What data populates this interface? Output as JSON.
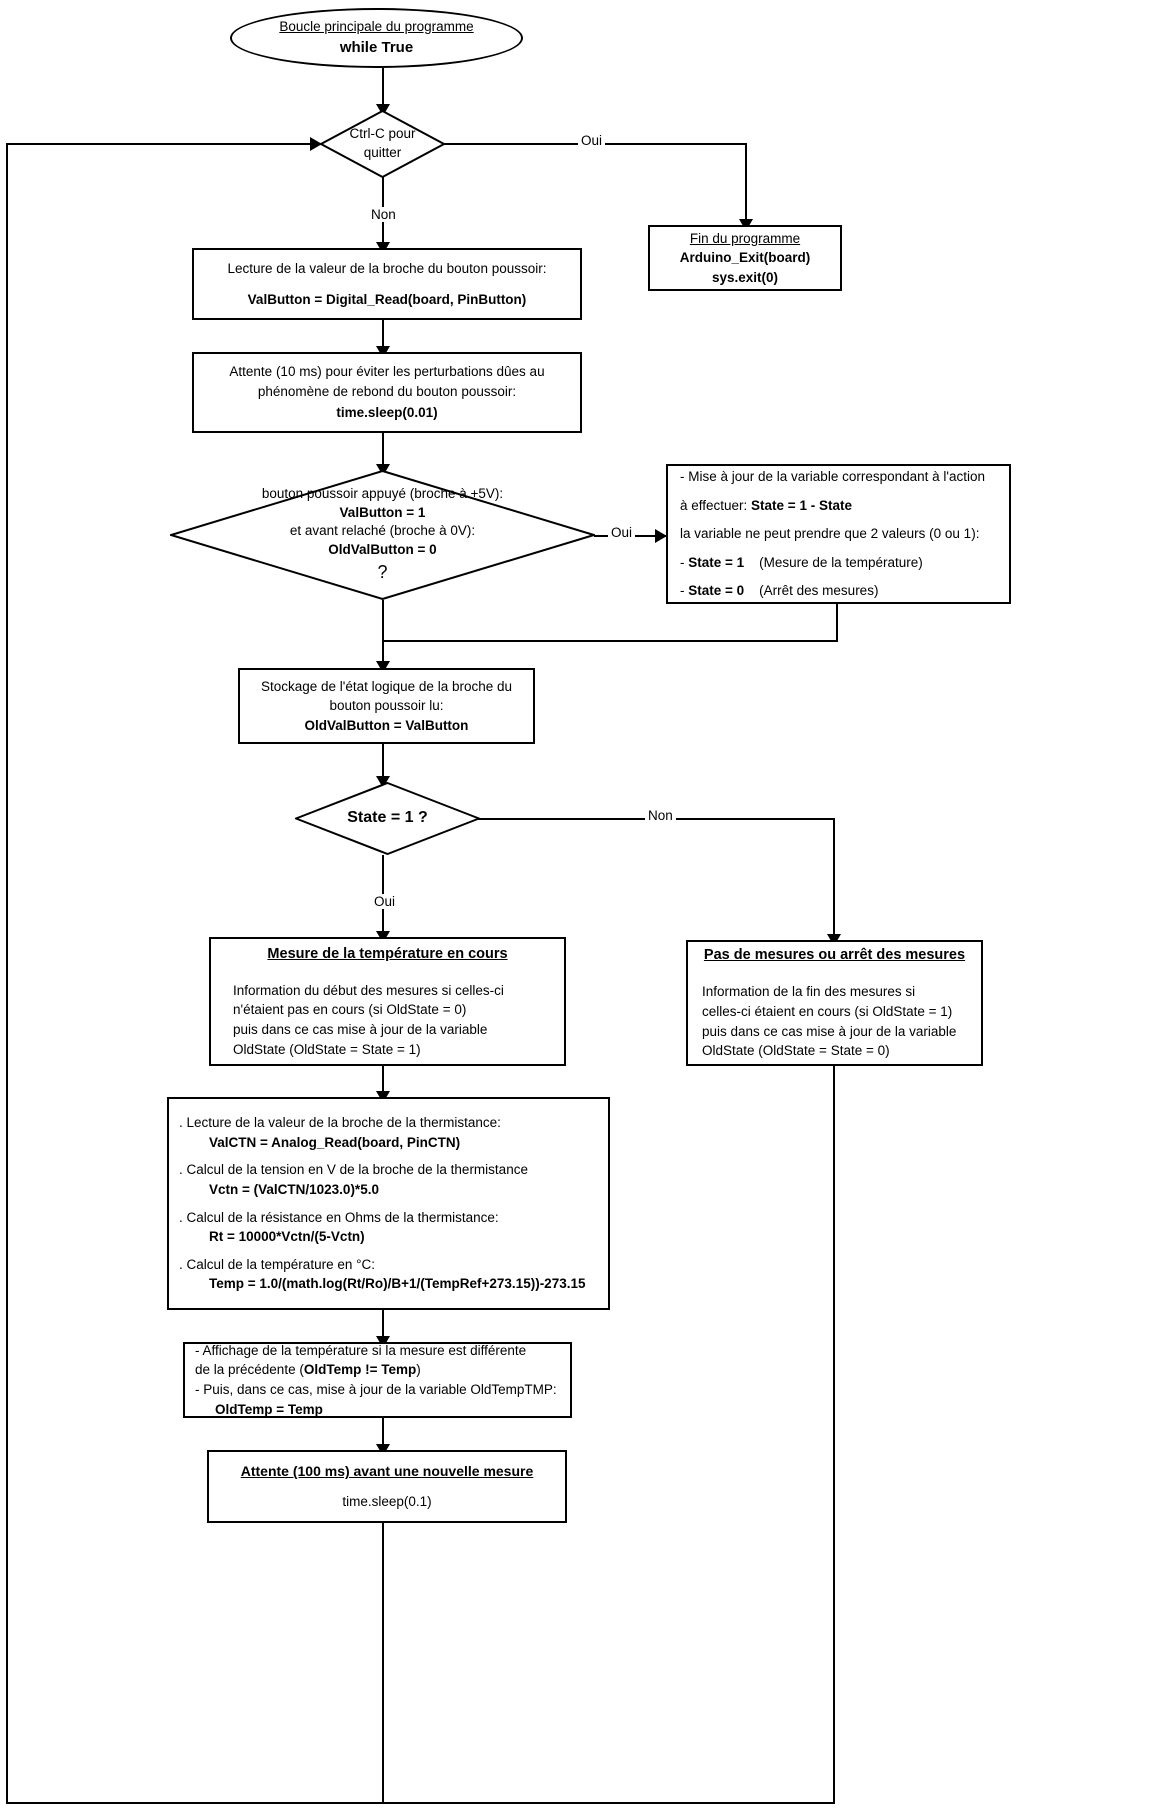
{
  "diagram": {
    "title": "Organigramme du programme de mesure de temperature",
    "language": "fr"
  },
  "nodes": {
    "start": {
      "type": "terminal",
      "line1": "Boucle principale du programme",
      "line2": "while True"
    },
    "exit_decision": {
      "type": "decision",
      "line1": "Ctrl-C pour",
      "line2": "quitter"
    },
    "end_program": {
      "type": "process",
      "line1": "Fin du programme",
      "line2": "Arduino_Exit(board)",
      "line3": "sys.exit(0)"
    },
    "read_button": {
      "type": "process",
      "line1": "Lecture de la valeur de la broche du bouton poussoir:",
      "line2": "ValButton = Digital_Read(board, PinButton)"
    },
    "debounce": {
      "type": "process",
      "line1": "Attente (10 ms) pour éviter les perturbations dûes au",
      "line2": "phénomène de rebond du bouton poussoir:",
      "line3": "time.sleep(0.01)"
    },
    "button_decision": {
      "type": "decision",
      "line1": "bouton poussoir appuyé (broche à +5V):",
      "line2": "ValButton = 1",
      "line3": "et avant relaché (broche à 0V):",
      "line4": "OldValButton = 0",
      "line5": "?"
    },
    "state_update": {
      "type": "process",
      "line1": "- Mise à jour de la variable correspondant à l'action",
      "line2_prefix": "à effectuer: ",
      "line2_bold": "State = 1 - State",
      "line3": "la variable ne peut prendre que 2 valeurs (0 ou 1):",
      "line4_prefix": "- ",
      "line4_bold": "State = 1",
      "line4_suffix": "    (Mesure de la température)",
      "line5_prefix": "- ",
      "line5_bold": "State = 0",
      "line5_suffix": "    (Arrêt des mesures)"
    },
    "store_old": {
      "type": "process",
      "line1": "Stockage de l'état logique de la broche du",
      "line2": "bouton poussoir lu:",
      "line3": "OldValButton = ValButton"
    },
    "state_decision": {
      "type": "decision",
      "line1": "State = 1 ?"
    },
    "measuring": {
      "type": "process",
      "title": "Mesure de la température en cours",
      "line1": "Information du début des mesures si celles-ci",
      "line2": "n'étaient pas en cours (si OldState = 0)",
      "line3": "puis dans ce cas mise à jour de la variable",
      "line4": "OldState (OldState = State = 1)"
    },
    "not_measuring": {
      "type": "process",
      "title": "Pas de mesures ou arrêt des mesures",
      "line1": "Information de la fin des mesures si",
      "line2": "celles-ci étaient en cours (si OldState = 1)",
      "line3": "puis dans ce cas mise à jour de la variable",
      "line4": "OldState (OldState = State = 0)"
    },
    "compute": {
      "type": "process",
      "g1_label": ". Lecture de la valeur de la broche de la thermistance:",
      "g1_code": "ValCTN = Analog_Read(board, PinCTN)",
      "g2_label": ". Calcul de la tension en V de la broche de la thermistance",
      "g2_code": "Vctn = (ValCTN/1023.0)*5.0",
      "g3_label": ". Calcul de la résistance en Ohms de la thermistance:",
      "g3_code": "Rt = 10000*Vctn/(5-Vctn)",
      "g4_label": ". Calcul de la température en °C:",
      "g4_code": "Temp = 1.0/(math.log(Rt/Ro)/B+1/(TempRef+273.15))-273.15"
    },
    "display": {
      "type": "process",
      "line1_a": "- Affichage de la température si la mesure est différente",
      "line2_a": "de la précédente (",
      "line2_bold": "OldTemp != Temp",
      "line2_b": ")",
      "line3": "- Puis, dans ce cas, mise à jour de la variable OldTempTMP:",
      "line3_bold": "OldTemp = Temp"
    },
    "wait": {
      "type": "process",
      "title": "Attente (100 ms) avant une nouvelle mesure",
      "line1": "time.sleep(0.1)"
    }
  },
  "edge_labels": {
    "exit_yes": "Oui",
    "exit_no": "Non",
    "button_yes": "Oui",
    "state_no": "Non",
    "state_yes": "Oui"
  },
  "colors": {
    "stroke": "#000000",
    "background": "#ffffff",
    "text": "#000000"
  }
}
